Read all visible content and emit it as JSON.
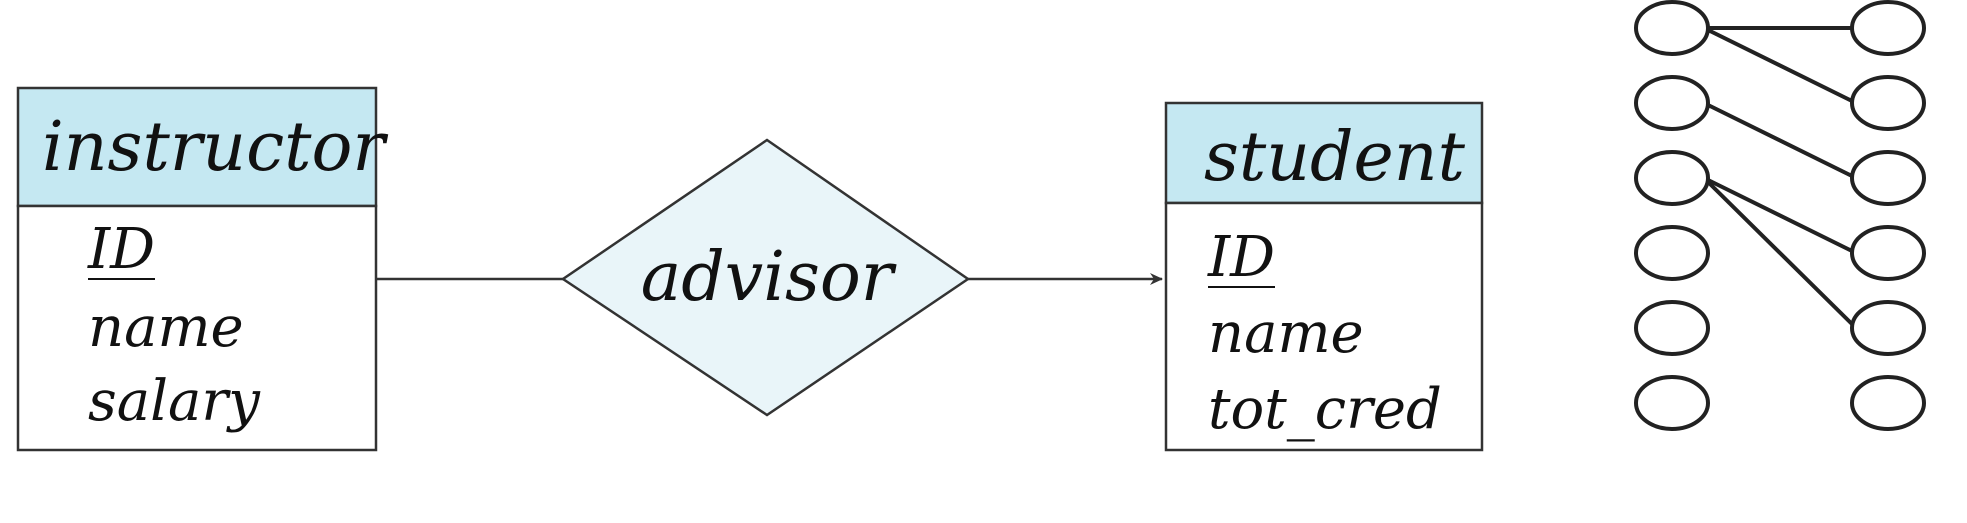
{
  "colors": {
    "entity_header": "#c5e8f2",
    "relationship_fill": "#e9f5f9",
    "stroke": "#333333",
    "text": "#111111"
  },
  "er": {
    "instructor": {
      "title": "instructor",
      "attributes": {
        "primary_key": "ID",
        "a1": "name",
        "a2": "salary"
      }
    },
    "relationship": {
      "label": "advisor"
    },
    "student": {
      "title": "student",
      "attributes": {
        "primary_key": "ID",
        "a1": "name",
        "a2": "tot_cred"
      }
    }
  },
  "mapping": {
    "left_count": 6,
    "right_count": 6,
    "edges": [
      [
        0,
        0
      ],
      [
        0,
        1
      ],
      [
        1,
        2
      ],
      [
        2,
        3
      ],
      [
        2,
        4
      ]
    ]
  }
}
